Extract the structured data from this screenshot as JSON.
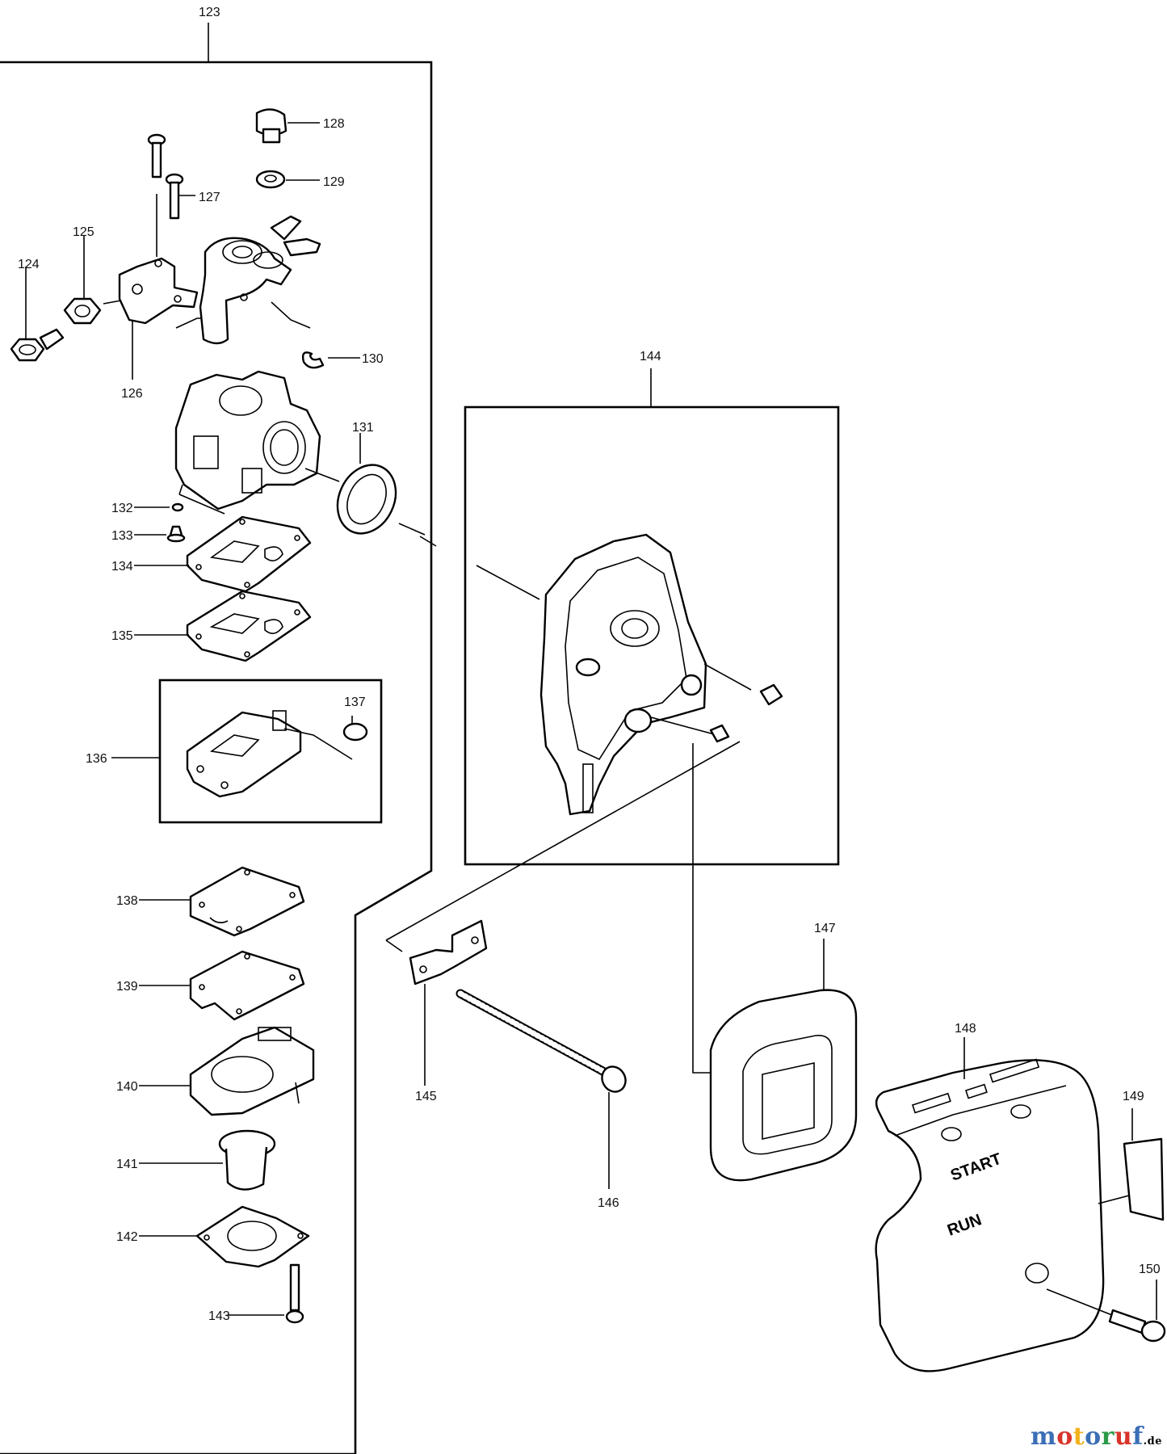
{
  "diagram": {
    "labels": {
      "p123": "123",
      "p124": "124",
      "p125": "125",
      "p126": "126",
      "p127": "127",
      "p128": "128",
      "p129": "129",
      "p130": "130",
      "p131": "131",
      "p132": "132",
      "p133": "133",
      "p134": "134",
      "p135": "135",
      "p136": "136",
      "p137": "137",
      "p138": "138",
      "p139": "139",
      "p140": "140",
      "p141": "141",
      "p142": "142",
      "p143": "143",
      "p144": "144",
      "p145": "145",
      "p146": "146",
      "p147": "147",
      "p148": "148",
      "p149": "149",
      "p150": "150"
    },
    "cover_text": {
      "start": "START",
      "run": "RUN"
    }
  },
  "watermark": {
    "letters": [
      "m",
      "o",
      "t",
      "o",
      "r",
      "u",
      "f"
    ],
    "suffix": ".de",
    "colors": [
      "#3b6fb6",
      "#d9342b",
      "#f2b21b",
      "#3b6fb6",
      "#2c9a48",
      "#d9342b",
      "#3b6fb6"
    ]
  }
}
